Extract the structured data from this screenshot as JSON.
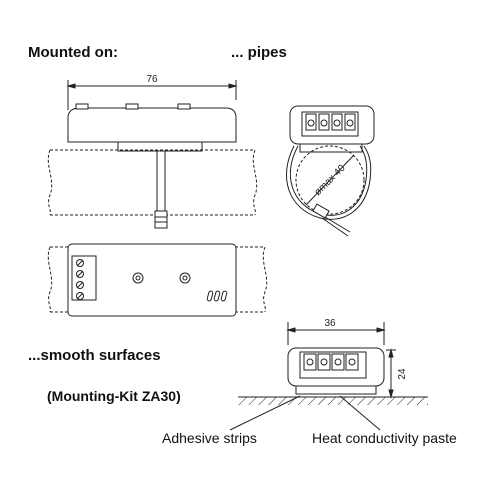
{
  "labels": {
    "mounted_on": "Mounted on:",
    "pipes": "... pipes",
    "smooth_surfaces": "...smooth surfaces",
    "mounting_kit": "(Mounting-Kit ZA30)",
    "adhesive_strips": "Adhesive strips",
    "heat_paste": "Heat conductivity paste"
  },
  "dimensions": {
    "width_76": "76",
    "width_36": "36",
    "height_24": "24",
    "pipe_diameter": "ømax 40"
  }
}
